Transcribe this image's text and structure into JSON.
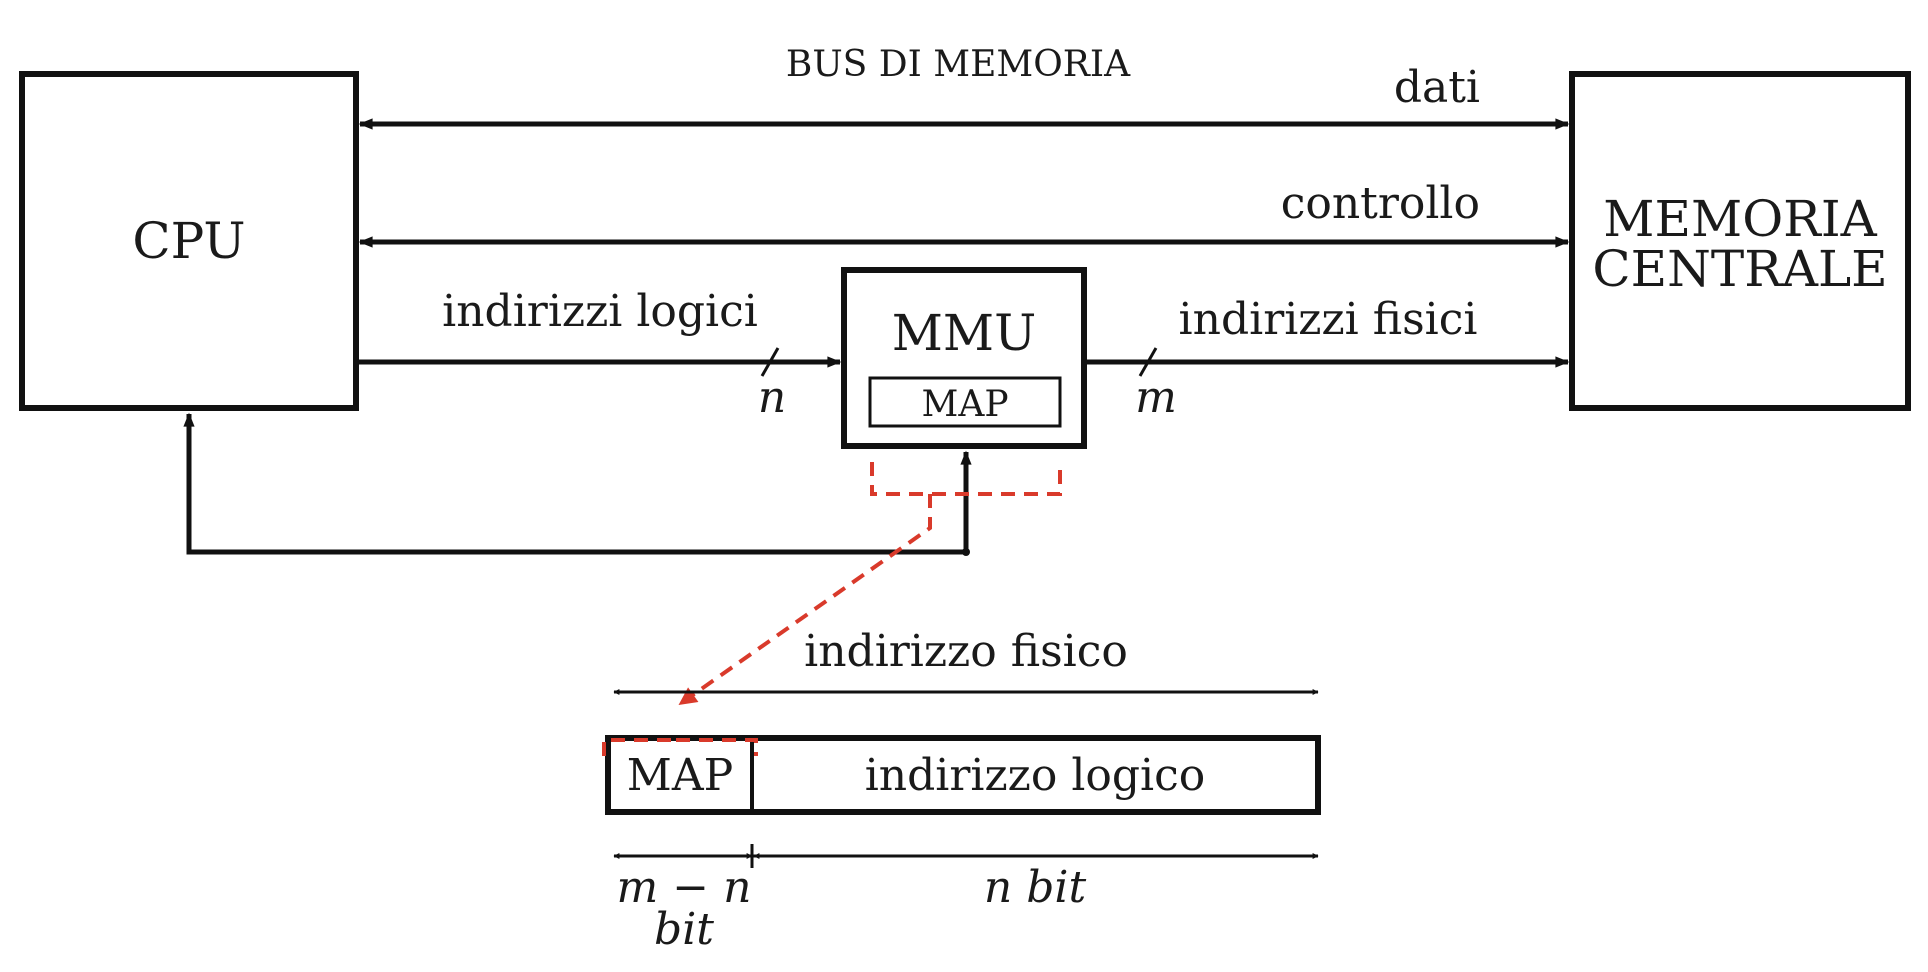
{
  "bus_title": "BUS DI MEMORIA",
  "cpu_label": "CPU",
  "memory_label_line1": "MEMORIA",
  "memory_label_line2": "CENTRALE",
  "mmu_label": "MMU",
  "map_label": "MAP",
  "line_dati": "dati",
  "line_controllo": "controllo",
  "line_indirizzi_logici": "indirizzi logici",
  "line_indirizzi_fisici": "indirizzi fisici",
  "width_n": "n",
  "width_m": "m",
  "address_title": "indirizzo fisico",
  "address_map_field": "MAP",
  "address_logical_field": "indirizzo logico",
  "dim_left_top": "m − n",
  "dim_left_bottom": "bit",
  "dim_right": "n bit",
  "colors": {
    "ink": "#111111",
    "highlight": "#d93a2b",
    "background": "#ffffff"
  }
}
